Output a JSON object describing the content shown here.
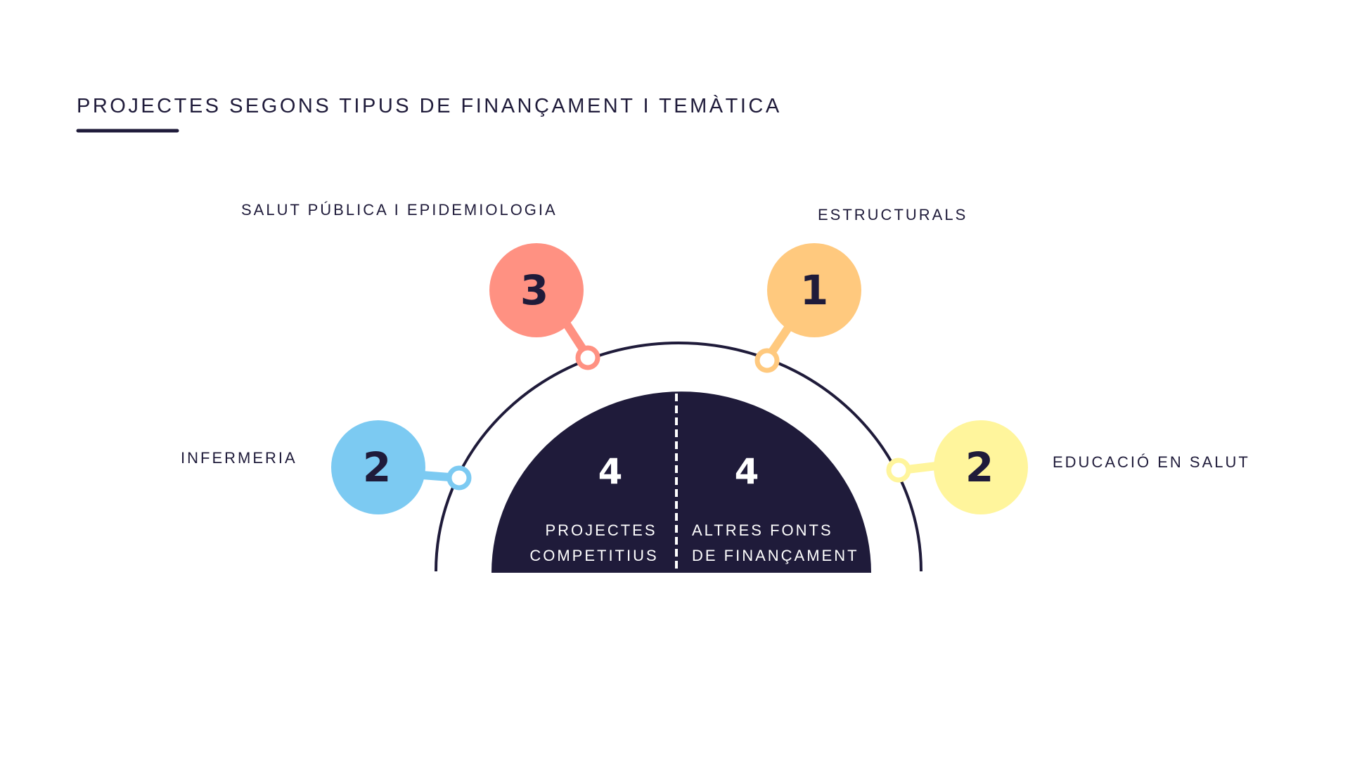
{
  "title": "PROJECTES SEGONS TIPUS DE FINANÇAMENT I TEMÀTICA",
  "colors": {
    "navy": "#1f1b3a",
    "salmon": "#ff9182",
    "orange": "#ffc97e",
    "blue": "#7ccaf2",
    "yellow": "#fff59c"
  },
  "funding": {
    "competitive": {
      "value": "4",
      "label_line1": "PROJECTES",
      "label_line2": "COMPETITIUS"
    },
    "other": {
      "value": "4",
      "label_line1": "ALTRES FONTS",
      "label_line2": "DE FINANÇAMENT"
    }
  },
  "topics": [
    {
      "id": "infermeria",
      "label": "INFERMERIA",
      "value": "2",
      "color": "#7ccaf2"
    },
    {
      "id": "salut-publica",
      "label": "SALUT PÚBLICA I EPIDEMIOLOGIA",
      "value": "3",
      "color": "#ff9182"
    },
    {
      "id": "estructurals",
      "label": "ESTRUCTURALS",
      "value": "1",
      "color": "#ffc97e"
    },
    {
      "id": "educacio",
      "label": "EDUCACIÓ EN SALUT",
      "value": "2",
      "color": "#fff59c"
    }
  ]
}
